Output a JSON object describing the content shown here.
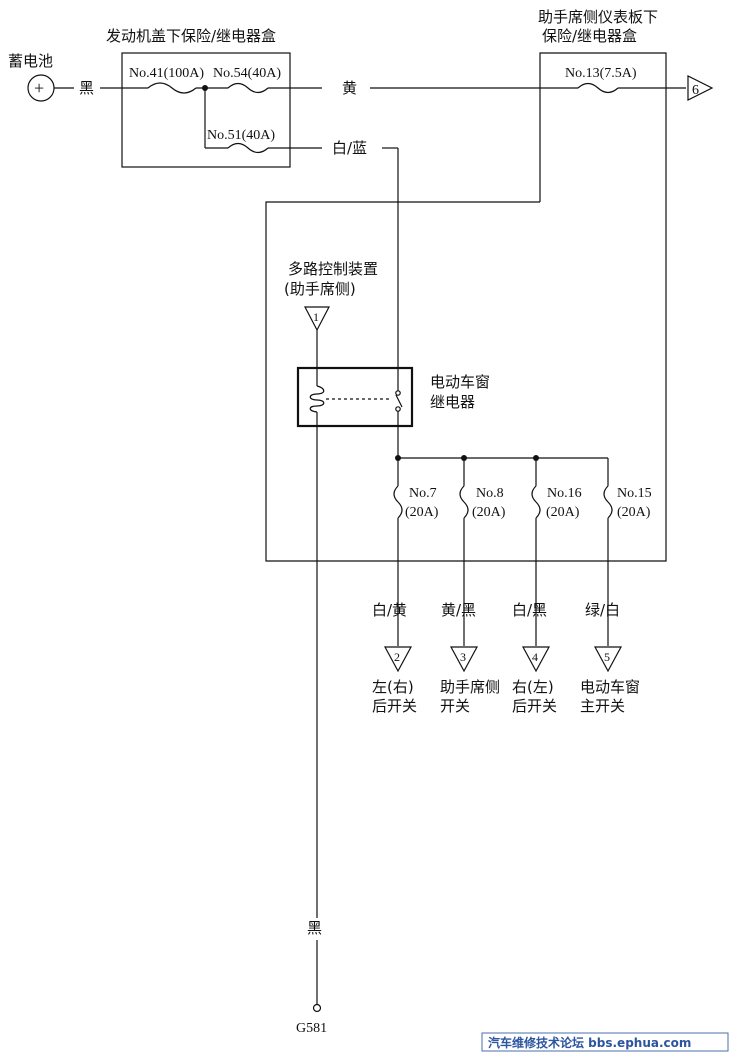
{
  "battery": {
    "label": "蓄电池",
    "symbol": "+"
  },
  "underhood_box": {
    "title": "发动机盖下保险/继电器盒",
    "fuses": [
      "No.41(100A)",
      "No.54(40A)",
      "No.51(40A)"
    ]
  },
  "dash_box": {
    "title_line1": "助手席侧仪表板下",
    "title_line2": "保险/继电器盒",
    "fuse": "No.13(7.5A)",
    "connector": "6"
  },
  "wires": {
    "black_battery": "黑",
    "yellow": "黄",
    "white_blue": "白/蓝",
    "black_ground": "黑"
  },
  "control_unit": {
    "line1": "多路控制装置",
    "line2": "(助手席侧)",
    "connector": "1"
  },
  "relay": {
    "line1": "电动车窗",
    "line2": "继电器"
  },
  "branch_fuses": [
    {
      "num": "No.7",
      "rating": "(20A)",
      "wire": "白/黄",
      "connector": "2",
      "dest_line1": "左(右)",
      "dest_line2": "后开关"
    },
    {
      "num": "No.8",
      "rating": "(20A)",
      "wire": "黄/黑",
      "connector": "3",
      "dest_line1": "助手席侧",
      "dest_line2": "开关"
    },
    {
      "num": "No.16",
      "rating": "(20A)",
      "wire": "白/黑",
      "connector": "4",
      "dest_line1": "右(左)",
      "dest_line2": "后开关"
    },
    {
      "num": "No.15",
      "rating": "(20A)",
      "wire": "绿/白",
      "connector": "5",
      "dest_line1": "电动车窗",
      "dest_line2": "主开关"
    }
  ],
  "ground": {
    "label": "G581"
  },
  "watermark": "汽车维修技术论坛 bbs.ephua.com"
}
